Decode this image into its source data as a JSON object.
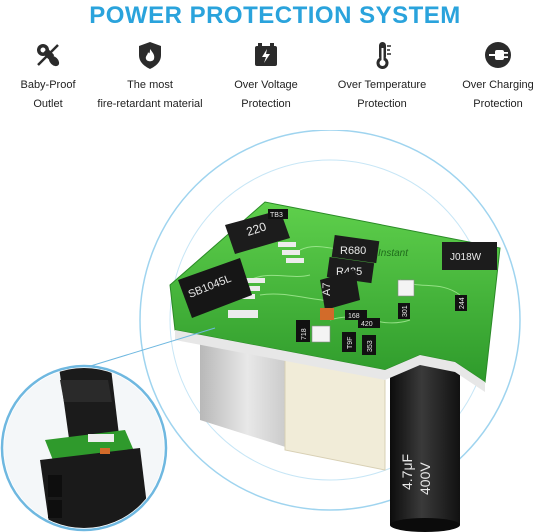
{
  "title": "POWER PROTECTION SYSTEM",
  "features": [
    {
      "icon": "baby-pacifier-icon",
      "line1": "Baby-Proof",
      "line2": "Outlet"
    },
    {
      "icon": "fire-shield-icon",
      "line1": "The most",
      "line2": "fire-retardant material"
    },
    {
      "icon": "voltage-battery-icon",
      "line1": "Over Voltage",
      "line2": "Protection"
    },
    {
      "icon": "thermometer-icon",
      "line1": "Over Temperature",
      "line2": "Protection"
    },
    {
      "icon": "charging-plug-icon",
      "line1": "Over Charging",
      "line2": "Protection"
    }
  ],
  "pcb_markings": {
    "chip1": "220",
    "chip2": "SB1045L",
    "chip3": "R680",
    "chip4": "R435",
    "chip5": "A7",
    "chip6": "J018W",
    "brand": "Instant",
    "r1": "TB3",
    "r2": "168",
    "r3": "420",
    "r4": "718",
    "r5": "353",
    "r6": "T9F",
    "r7": "301",
    "r8": "244",
    "cap_value": "4.7μF",
    "cap_voltage": "400V"
  },
  "colors": {
    "accent": "#2aa3dc",
    "pcb_green": "#3fb93a",
    "capacitor": "#1a1a1a"
  }
}
